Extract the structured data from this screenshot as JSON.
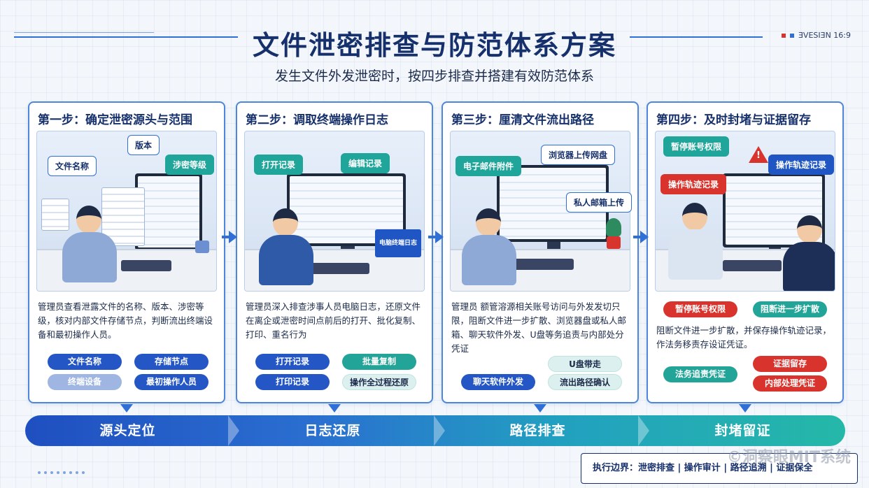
{
  "header": {
    "title": "文件泄密排查与防范体系方案",
    "subtitle": "发生文件外发泄密时，按四步排查并搭建有效防范体系",
    "version": "ƎVESIƎN 16:9"
  },
  "steps": [
    {
      "title": "第一步：确定泄密源头与范围",
      "callouts": [
        "版本",
        "文件名称",
        "涉密等级"
      ],
      "desc": "管理员查看泄露文件的名称、版本、涉密等级，核对内部文件存储节点，判断流出终端设备和最初操作人员。",
      "pills": [
        "文件名称",
        "存储节点",
        "终端设备",
        "最初操作人员"
      ]
    },
    {
      "title": "第二步：调取终端操作日志",
      "callouts": [
        "打开记录",
        "编辑记录"
      ],
      "screen_label": "电脑终端日志",
      "desc": "管理员深入排查涉事人员电脑日志，还原文件在离企或泄密时间点前后的打开、批化复制、打印、重名行为",
      "pills": [
        "打开记录",
        "批量复制",
        "打印记录",
        "操作全过程还原"
      ]
    },
    {
      "title": "第三步：厘清文件流出路径",
      "callouts": [
        "浏览器上传网盘",
        "电子邮件附件",
        "私人邮箱上传"
      ],
      "desc": "管理员 额管溶源相关账号访问与外发发切只限，阻断文件进一步扩散、浏览器盘或私人邮箱、聊天软件外发、U盘等务追责与内部处分凭证",
      "pills": [
        "U盘带走",
        "聊天软件外发",
        "流出路径确认"
      ]
    },
    {
      "title": "第四步：及时封堵与证据留存",
      "callouts": [
        "暂停账号权限",
        "操作轨迹记录",
        "操作轨迹记录"
      ],
      "desc": "阻断文件进一步扩散，并保存操作轨迹记录，作法务移责存设证凭证。",
      "pills": [
        "暂停账号权限",
        "阻断进一步扩散",
        "证据留存",
        "法务追责凭证",
        "内部处理凭证"
      ]
    }
  ],
  "flow": [
    "源头定位",
    "日志还原",
    "路径排查",
    "封堵留证"
  ],
  "footer": {
    "text": "执行边界：泄密排查 | 操作审计 | 路径追溯 | 证据保全"
  },
  "watermark": "©洞察眼MIT系统",
  "colors": {
    "primary": "#2f6fd6",
    "navy": "#16306b",
    "teal": "#22a598",
    "red": "#d8342d"
  }
}
